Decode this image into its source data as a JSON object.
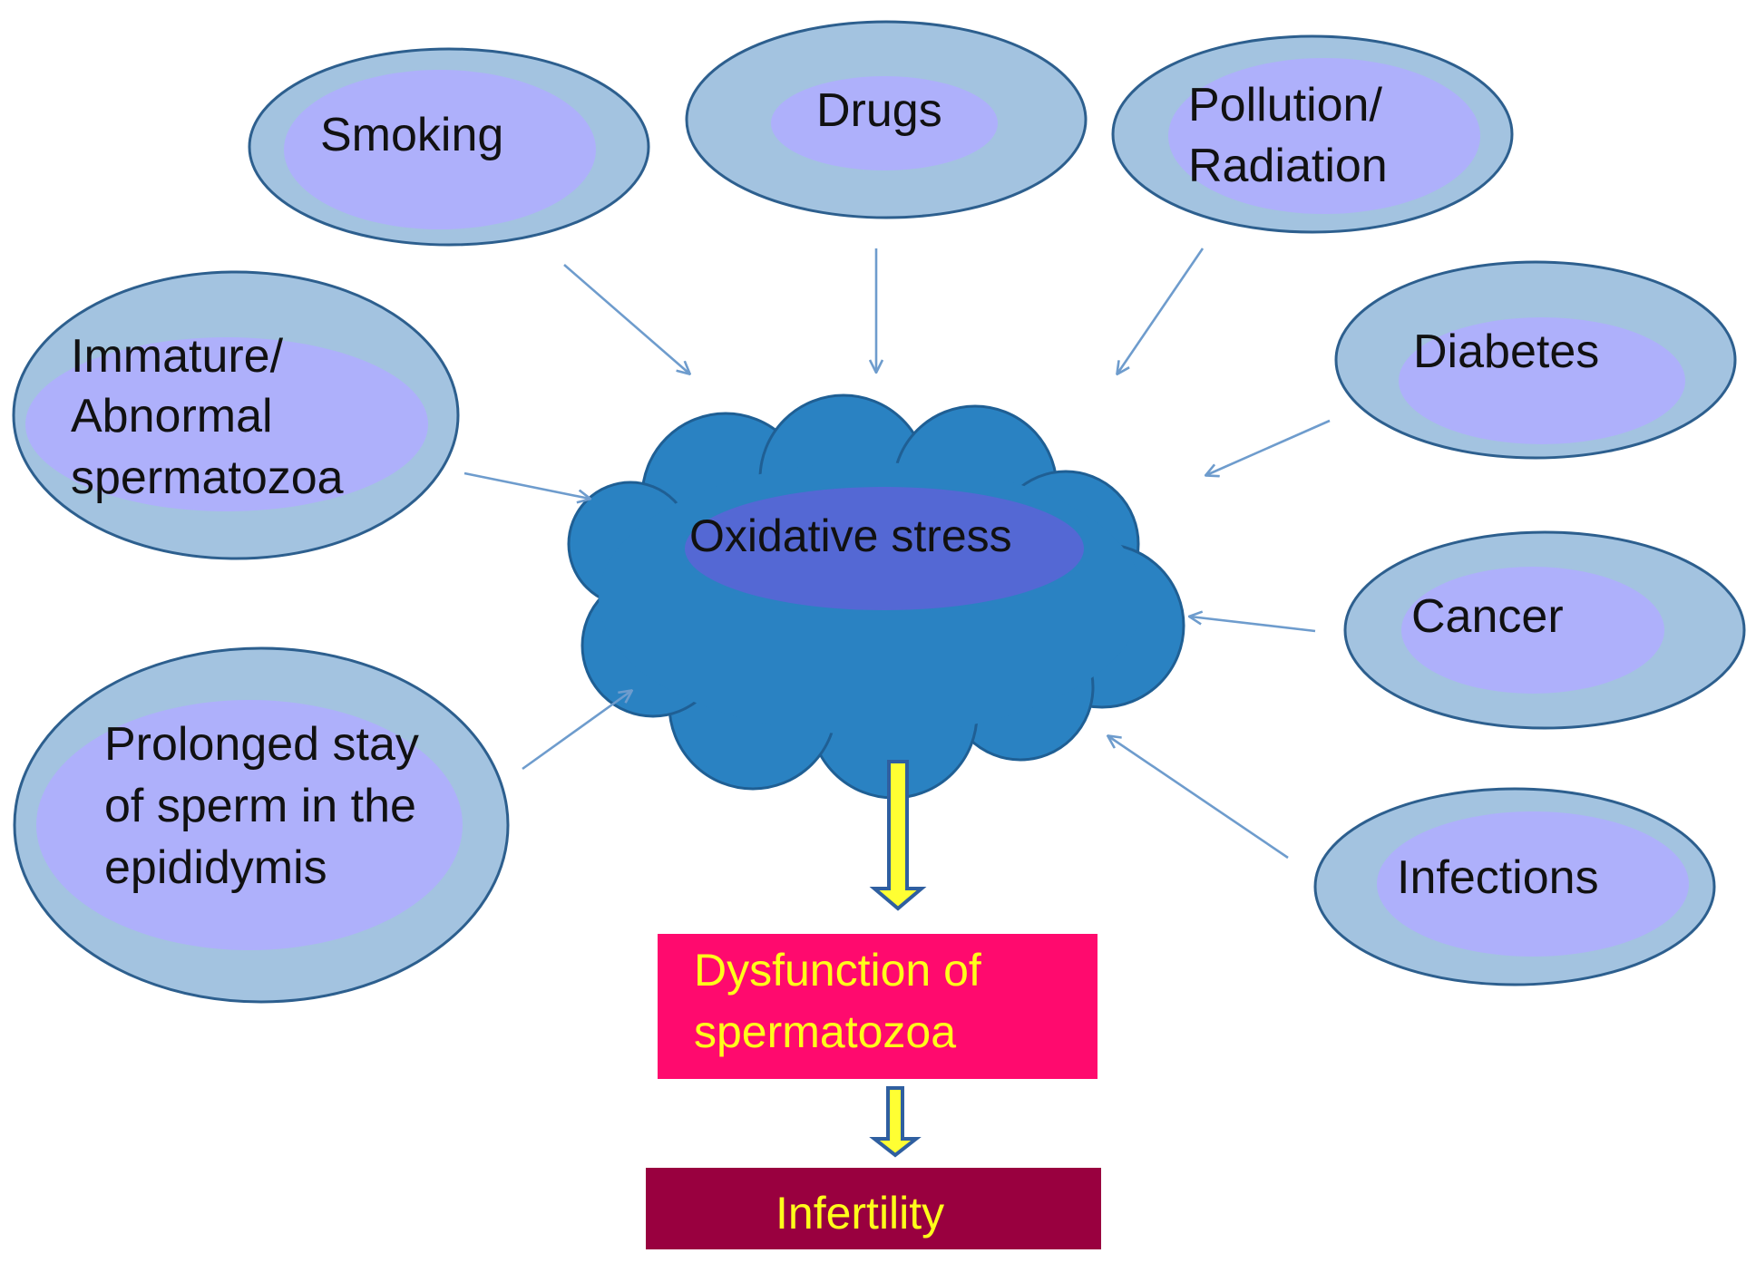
{
  "causes": {
    "smoking": {
      "lines": [
        "Smoking"
      ]
    },
    "drugs": {
      "lines": [
        "Drugs"
      ]
    },
    "pollution": {
      "lines": [
        "Pollution/",
        "Radiation"
      ]
    },
    "diabetes": {
      "lines": [
        "Diabetes"
      ]
    },
    "immature": {
      "lines": [
        "Immature/",
        "Abnormal",
        "spermatozoa"
      ]
    },
    "cancer": {
      "lines": [
        "Cancer"
      ]
    },
    "prolonged": {
      "lines": [
        "Prolonged stay",
        "of sperm in the",
        "epididymis"
      ]
    },
    "infections": {
      "lines": [
        "Infections"
      ]
    }
  },
  "center": {
    "label": "Oxidative stress"
  },
  "dysfunction": {
    "lines": [
      "Dysfunction of",
      "spermatozoa"
    ]
  },
  "outcome": {
    "label": "Infertility"
  },
  "colors": {
    "ellipse_outer": "#a3c3e0",
    "ellipse_inner": "#aeb0fb",
    "ellipse_stroke": "#2d5f8e",
    "cloud": "#2a82c2",
    "cloud_stroke": "#1f5f94",
    "cloud_core": "#5468d4",
    "dysfunction_box": "#ff0a6e",
    "outcome_box": "#99003f",
    "box_text": "#ffff1a",
    "arrow": "#6e9ccd",
    "block_arrow": "#ffff33"
  }
}
